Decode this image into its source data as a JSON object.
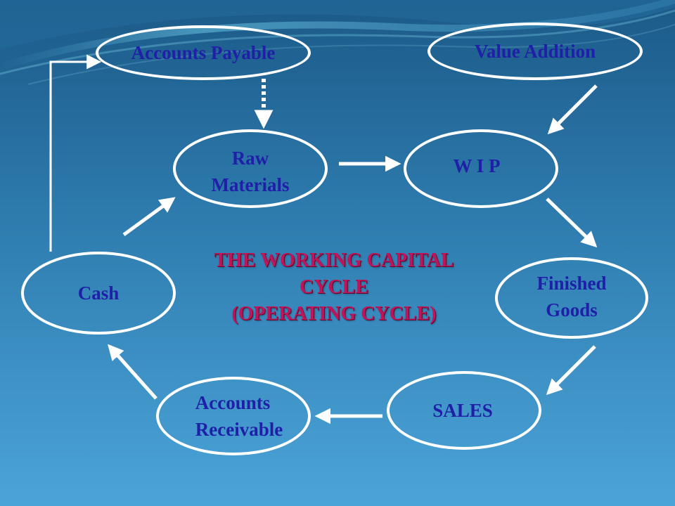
{
  "diagram": {
    "title_lines": [
      "THE WORKING CAPITAL",
      "CYCLE",
      "(OPERATING CYCLE)"
    ],
    "nodes": {
      "accounts_payable": "Accounts Payable",
      "value_addition": "Value Addition",
      "raw_materials": "Raw\nMaterials",
      "wip": "W I P",
      "cash": "Cash",
      "finished_goods": "Finished\nGoods",
      "accounts_receivable": "Accounts\nReceivable",
      "sales": "SALES"
    },
    "colors": {
      "node_text": "#1f1fa8",
      "title_text": "#c0155a",
      "outline": "#ffffff",
      "background_top": "#1d5e8c",
      "background_bottom": "#4aa3d6"
    }
  }
}
